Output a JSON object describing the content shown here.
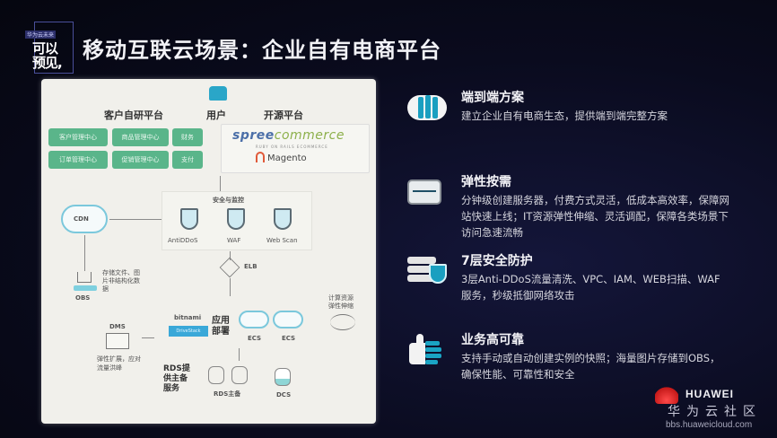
{
  "header": {
    "logo_small": "华为云未来",
    "logo_big_line1": "可以",
    "logo_big_line2": "预见,",
    "title": "移动互联云场景：企业自有电商平台"
  },
  "diagram": {
    "user_label": "用户",
    "self_platform_label": "客户自研平台",
    "open_platform_label": "开源平台",
    "modules": [
      "客户管理中心",
      "商品管理中心",
      "财务",
      "订单管理中心",
      "促销管理中心",
      "支付"
    ],
    "spree_a": "spree",
    "spree_b": "commerce",
    "spree_sub": "RUBY ON RAILS ECOMMERCE",
    "magento": "Magento",
    "security_label": "安全与监控",
    "security_items": [
      "AntiDDoS",
      "WAF",
      "Web Scan"
    ],
    "cdn": "CDN",
    "elb": "ELB",
    "obs": "OBS",
    "obs_note": "存储文件、图片非结构化数据",
    "dms": "DMS",
    "dms_note": "弹性扩展，应对流量洪峰",
    "bitnami": "bitnami",
    "drivestack": "DriveStack",
    "app_deploy": "应用部署",
    "ecs": [
      "ECS",
      "ECS"
    ],
    "scale_note": "计算资源弹性伸缩",
    "rds_note": "RDS提供主备服务",
    "rds_label": "RDS主备",
    "dcs": "DCS"
  },
  "features": [
    {
      "icon": "cloud-users-icon",
      "title": "端到端方案",
      "desc": "建立企业自有电商生态，提供端到端完整方案"
    },
    {
      "icon": "elastic-wave-icon",
      "title": "弹性按需",
      "desc": "分钟级创建服务器，付费方式灵活，低成本高效率，保障网站快速上线；IT资源弹性伸缩、灵活调配，保障各类场景下访问急速流畅"
    },
    {
      "icon": "security-shield-icon",
      "title": "7层安全防护",
      "desc": "3层Anti-DDoS流量清洗、VPC、IAM、WEB扫描、WAF服务，秒级抵御网络攻击"
    },
    {
      "icon": "thumbs-up-icon",
      "title": "业务高可靠",
      "desc": "支持手动或自动创建实例的快照；海量图片存储到OBS，确保性能、可靠性和安全"
    }
  ],
  "watermark": {
    "brand": "HUAWEI",
    "community": "华为云社区",
    "url": "bbs.huaweicloud.com"
  }
}
